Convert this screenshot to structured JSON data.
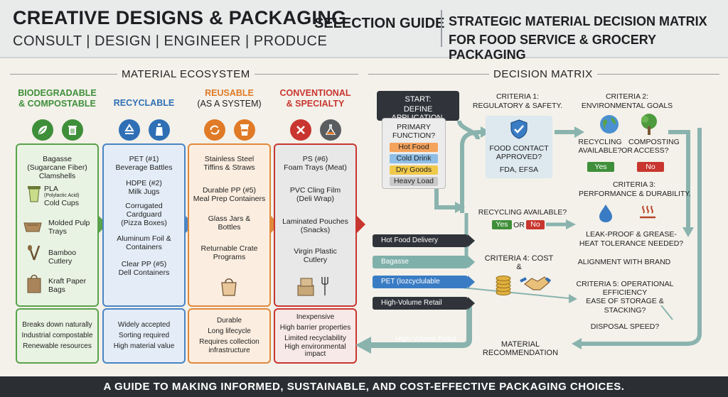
{
  "header": {
    "brand_title": "CREATIVE DESIGNS & PACKAGING",
    "brand_subtitle": "CONSULT | DESIGN | ENGINEER | PRODUCE",
    "selection_guide": "SELECTION GUIDE",
    "strategic_line1": "STRATEGIC MATERIAL DECISION MATRIX",
    "strategic_line2": "FOR FOOD SERVICE & GROCERY PACKAGING"
  },
  "ecosystem": {
    "title": "MATERIAL ECOSYSTEM",
    "columns": [
      {
        "head1": "BIODEGRADABLE",
        "head2": "& COMPOSTABLE",
        "items": [
          "Bagasse",
          "(Sugarcane Fiber)",
          "Clamshells",
          "PLA",
          "(Polylactic Acid)",
          "Cold Cups",
          "Molded Pulp",
          "Trays",
          "Bamboo",
          "Cutlery",
          "Kraft Paper",
          "Bags"
        ],
        "traits": [
          "Breaks down naturally",
          "Industrial compostable",
          "Renewable resources"
        ]
      },
      {
        "head1": "RECYCLABLE",
        "head2": "",
        "items": [
          "PET (#1)",
          "Beverage Battles",
          "HDPE (#2)",
          "Milk Jugs",
          "Corrugated",
          "Cardguard",
          "(Pizza Boxes)",
          "Aluminum Foil &",
          "Containers",
          "Clear PP (#5)",
          "Dell Containers"
        ],
        "traits": [
          "Widely accepted",
          "Sorting required",
          "High material value"
        ]
      },
      {
        "head1": "REUSABLE",
        "head2": "(AS A SYSTEM)",
        "items": [
          "Stainless Steel",
          "Tiffins & Straws",
          "Durable PP (#5)",
          "Meal Prep Containers",
          "Glass Jars &",
          "Bottles",
          "Returnable Crate",
          "Programs"
        ],
        "traits": [
          "Durable",
          "Long lifecycle",
          "Requires collection",
          "infrastructure"
        ]
      },
      {
        "head1": "CONVENTIONAL",
        "head2": "& SPECIALTY",
        "items": [
          "PS (#6)",
          "Foam Trays (Meat)",
          "PVC Cling Film",
          "(Deli Wrap)",
          "Laminated Pouches",
          "(Snacks)",
          "Virgin Plastic",
          "Cutlery"
        ],
        "traits": [
          "Inexpensive",
          "High barrier properties",
          "Limited recyclability",
          "High environmental",
          "impact"
        ]
      }
    ]
  },
  "matrix": {
    "title": "DECISION MATRIX",
    "start1": "START:",
    "start2": "DEFINE APPLICATION.",
    "primary1": "PRIMARY",
    "primary2": "FUNCTION?",
    "functions": [
      "Hot Food",
      "Cold Drink",
      "Dry Goods",
      "Heavy Load"
    ],
    "c1_title1": "CRITERIA 1:",
    "c1_title2": "REGULATORY & SAFETY.",
    "c1_q1": "FOOD CONTACT",
    "c1_q2": "APPROVED?",
    "c1_std": "FDA, EFSA",
    "c2_title1": "CRITERIA 2:",
    "c2_title2": "ENVIRONMENTAL GOALS",
    "c2_recycling1": "RECYCLING",
    "c2_recycling2": "AVAILABLE?",
    "c2_or": "OR",
    "c2_compost1": "COMPOSTING",
    "c2_compost2": "ACCESS?",
    "yes": "Yes",
    "no": "No",
    "c3_title1": "CRITERIA 3:",
    "c3_title2": "PERFORMANCE & DURABILITY.",
    "c3_q1": "LEAK-PROOF & GREASE-",
    "c3_q2": "HEAT TOLERANCE NEEDED?",
    "recycling_q": "RECYCLING AVAILABLE?",
    "or_lower": "OR",
    "brand_align": "ALIGNMENT WITH BRAND",
    "c4_title": "CRITERIA 4: COST &",
    "c5_title": "CRITERIA 5: OPERATIONAL EFFICIENCY",
    "c5_q1a": "EASE OF STORAGE &",
    "c5_q1b": "STACKING?",
    "c5_q2": "DISPOSAL SPEED?",
    "recommendation": "MATERIAL RECOMMENDATION",
    "outputs": [
      "Hot Food Delivery",
      "Bagasse",
      "PET (Iozcyclulable",
      "High-Volume Retail"
    ],
    "return_label": "High-Volume Retail"
  },
  "footer": "A GUIDE TO MAKING INFORMED, SUSTAINABLE, AND COST-EFFECTIVE PACKAGING CHOICES.",
  "colors": {
    "green": "#3f8f3a",
    "blue": "#2f6fb5",
    "orange": "#e07a26",
    "red": "#c8362f",
    "teal": "#6fa8a2",
    "dark": "#2b2e33"
  }
}
